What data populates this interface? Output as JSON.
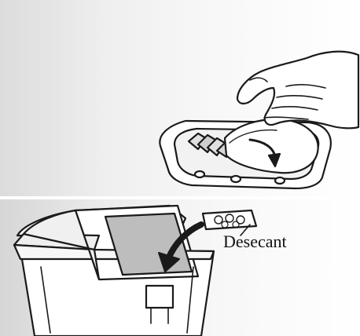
{
  "labels": {
    "desiccant": "Desecant"
  },
  "scenes": {
    "top": "hand-removing-lid-from-tray",
    "bottom": "desiccant-into-trash-bin"
  },
  "colors": {
    "line": "#1a1a1a",
    "fill": "#ffffff",
    "shadow": "#c9c9c9",
    "window": "#bdbdbd"
  }
}
